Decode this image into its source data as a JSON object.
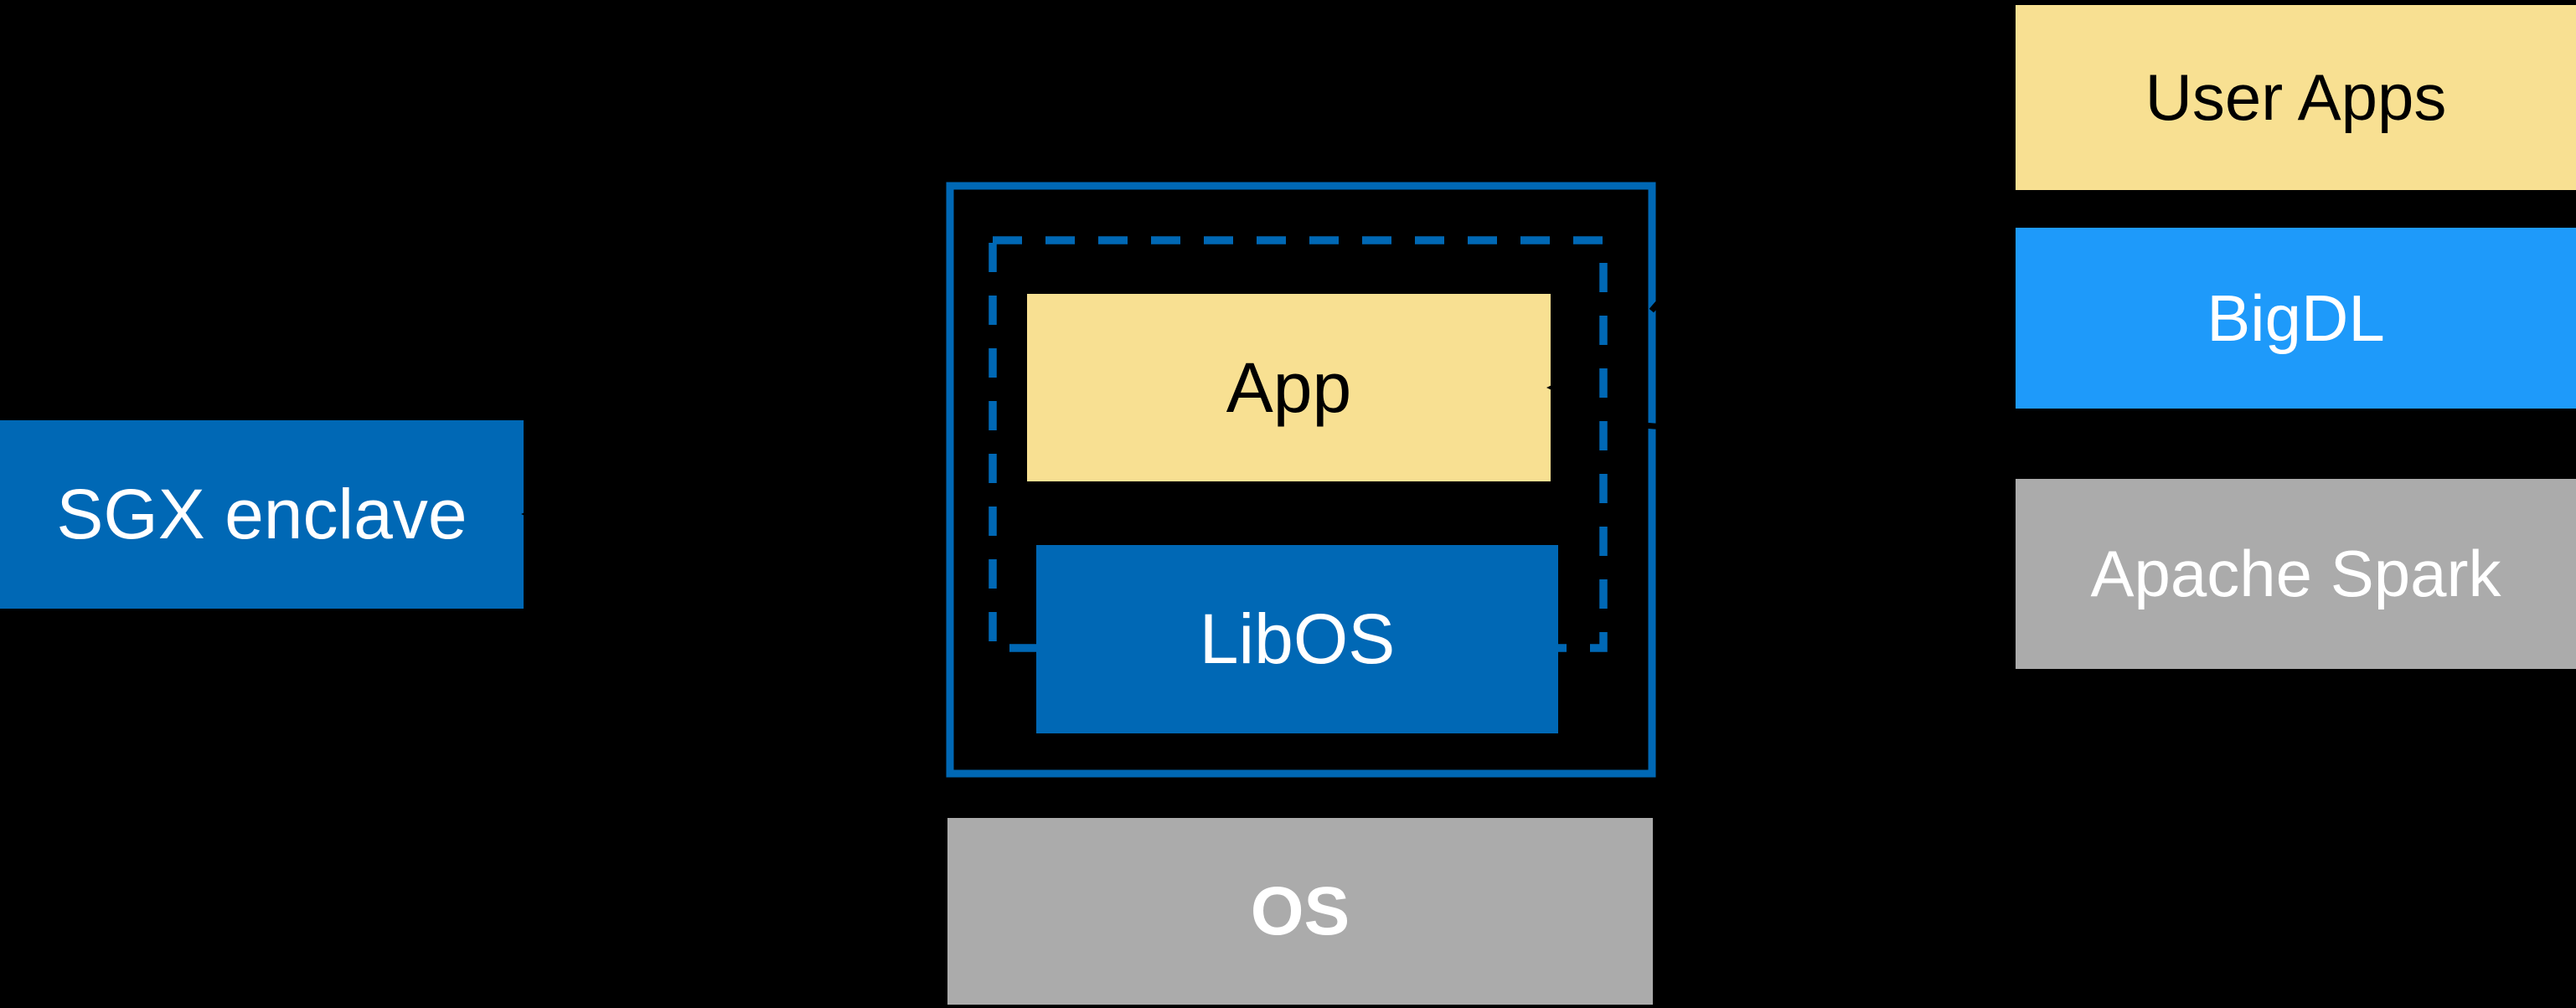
{
  "colors": {
    "background": "#000000",
    "intel_blue": "#0068B5",
    "bright_blue": "#1E9AFA",
    "yellow": "#F8E092",
    "gray": "#ABABAB",
    "white": "#FFFFFF",
    "black": "#000000"
  },
  "sgx_box": {
    "label": "SGX enclave"
  },
  "enclave": {
    "app_label": "App",
    "libos_label": "LibOS"
  },
  "os_box": {
    "label": "OS"
  },
  "right_stack": {
    "user_apps_label": "User Apps",
    "bigdl_label": "BigDL",
    "apache_spark_label": "Apache Spark"
  }
}
